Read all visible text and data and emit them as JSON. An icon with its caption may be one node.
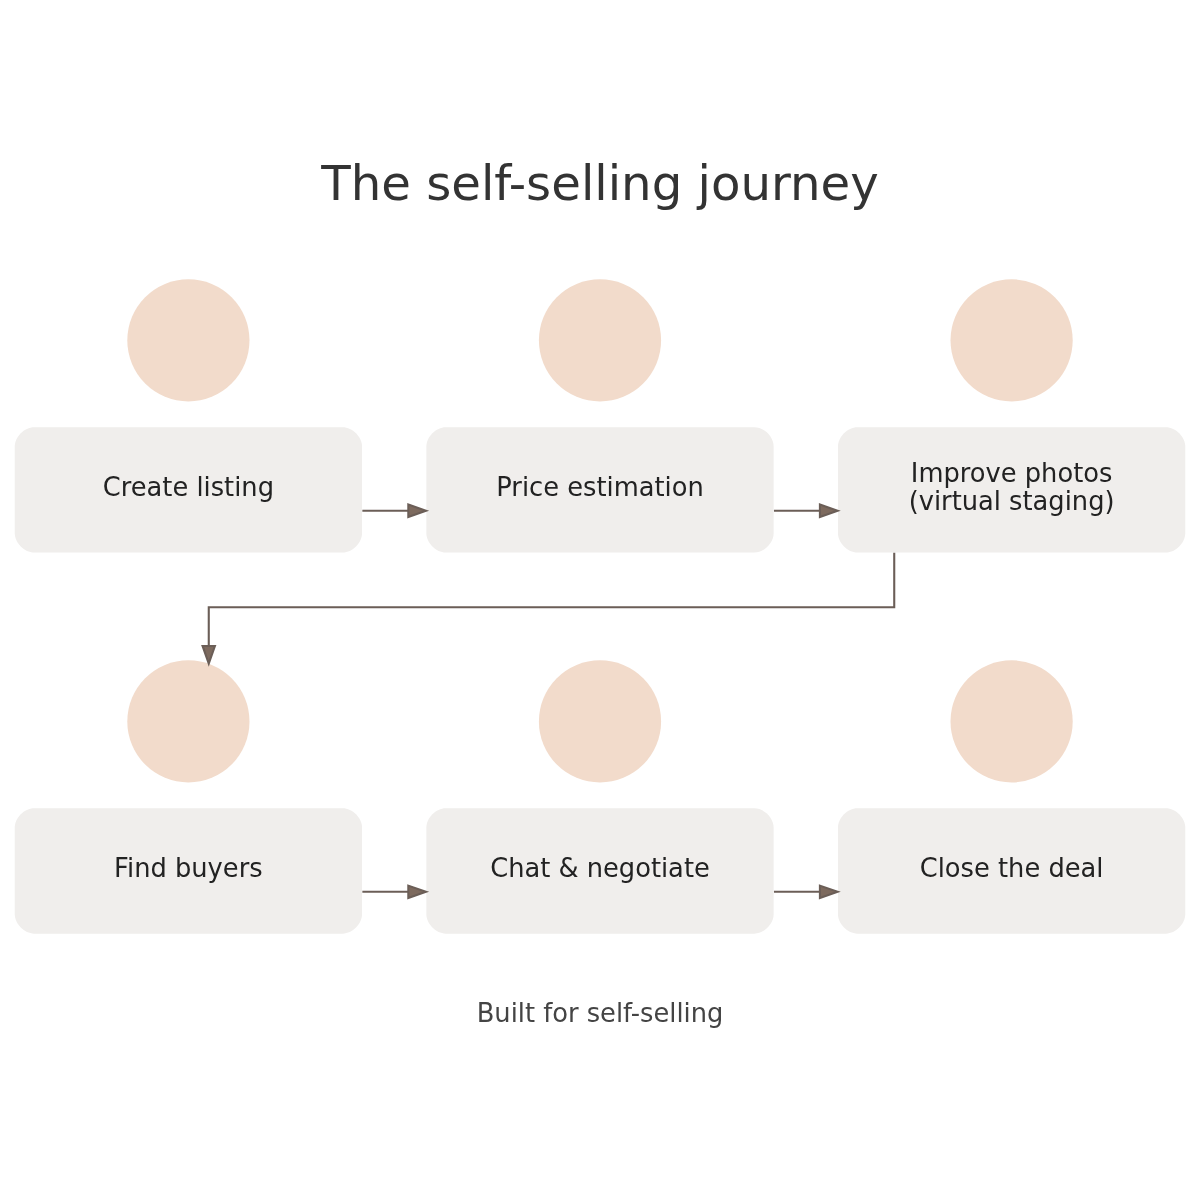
{
  "diagram": {
    "title": "The self-selling journey",
    "nodes": [
      {
        "text": [],
        "shape": "circle"
      },
      {
        "text": [],
        "shape": "circle"
      },
      {
        "text": [],
        "shape": "circle"
      },
      {
        "text": [
          "Create listing"
        ]
      },
      {
        "text": [
          "Price estimation"
        ]
      },
      {
        "text": [
          "Improve photos (virtual staging)"
        ]
      },
      {
        "text": [],
        "shape": "circle"
      },
      {
        "text": [],
        "shape": "circle"
      },
      {
        "text": [],
        "shape": "circle"
      },
      {
        "text": [
          "Find buyers"
        ]
      },
      {
        "text": [
          "Chat & negotiate"
        ]
      },
      {
        "text": [
          "Close the deal"
        ]
      }
    ],
    "edges": [
      {
        "from": 3,
        "to": 4,
        "arrow": "to"
      },
      {
        "from": 4,
        "to": 5,
        "arrow": "to"
      },
      {
        "from": 5,
        "to": 6,
        "arrow": "to"
      },
      {
        "from": 9,
        "to": 10,
        "arrow": "to"
      },
      {
        "from": 10,
        "to": 11,
        "arrow": "to"
      }
    ],
    "labels": [
      "Built for self-selling"
    ]
  }
}
